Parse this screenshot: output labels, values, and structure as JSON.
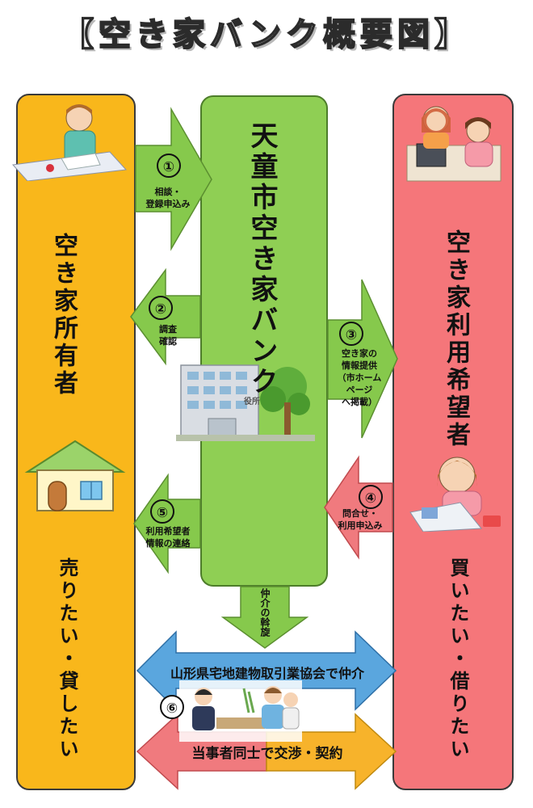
{
  "title": "【空き家バンク概要図】",
  "owner": {
    "title": "空き家所有者",
    "wish": "売りたい・貸したい"
  },
  "bank": {
    "title": "天童市空き家バンク"
  },
  "user": {
    "title": "空き家利用希望者",
    "wish": "買いたい・借りたい"
  },
  "steps": [
    {
      "num": "①",
      "line1": "相談・",
      "line2": "登録申込み"
    },
    {
      "num": "②",
      "line1": "調査",
      "line2": "確認"
    },
    {
      "num": "③",
      "line1": "空き家の",
      "line2": "情報提供",
      "line3": "（市ホーム",
      "line4": "ページ",
      "line5": "へ掲載）"
    },
    {
      "num": "④",
      "line1": "問合せ・",
      "line2": "利用申込み"
    },
    {
      "num": "⑤",
      "line1": "利用希望者",
      "line2": "情報の連絡"
    },
    {
      "num": "⑥"
    }
  ],
  "mediation": {
    "label": "仲介の斡旋"
  },
  "association": {
    "label": "山形県宅地建物取引業協会で仲介"
  },
  "negotiation": {
    "label": "当事者同士で交渉・契約"
  },
  "building_sign": "役所",
  "colors": {
    "owner": "#f9b71b",
    "bank": "#8fcf54",
    "user": "#f5767a",
    "arrow_green": "#86c94c",
    "arrow_blue": "#5aa6de",
    "arrow_red": "#f07a7e",
    "arrow_orange": "#f7b32b"
  }
}
